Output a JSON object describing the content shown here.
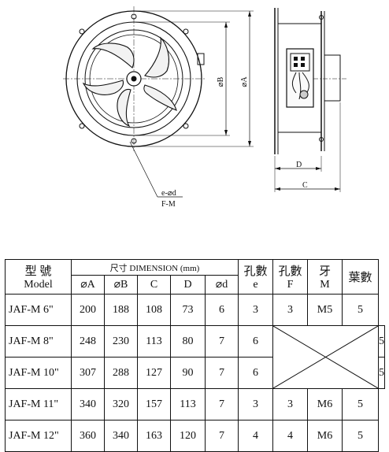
{
  "drawing": {
    "labels": {
      "dia_b": "⌀B",
      "dia_a": "⌀A",
      "d": "D",
      "c": "C",
      "e_d": "e-⌀d",
      "f_m": "F-M"
    }
  },
  "table": {
    "headers": {
      "model_cn": "型 號",
      "model_en": "Model",
      "dimension": "尺寸 DIMENSION (mm)",
      "col_a": "⌀A",
      "col_b": "⌀B",
      "col_c": "C",
      "col_d": "D",
      "col_dd": "⌀d",
      "holes_cn": "孔數",
      "holes_e": "e",
      "holes2_cn": "孔數",
      "holes2_f": "F",
      "thread_cn": "牙",
      "thread_m": "M",
      "blades_cn": "葉數"
    },
    "rows": [
      {
        "model": "JAF-M 6\"",
        "a": "200",
        "b": "188",
        "c": "108",
        "d": "73",
        "dd": "6",
        "e": "3",
        "f": "3",
        "m": "M5",
        "blades": "5"
      },
      {
        "model": "JAF-M 8\"",
        "a": "248",
        "b": "230",
        "c": "113",
        "d": "80",
        "dd": "7",
        "e": "6",
        "blades": "5"
      },
      {
        "model": "JAF-M 10\"",
        "a": "307",
        "b": "288",
        "c": "127",
        "d": "90",
        "dd": "7",
        "e": "6",
        "blades": "5"
      },
      {
        "model": "JAF-M 11\"",
        "a": "340",
        "b": "320",
        "c": "157",
        "d": "113",
        "dd": "7",
        "e": "3",
        "f": "3",
        "m": "M6",
        "blades": "5"
      },
      {
        "model": "JAF-M 12\"",
        "a": "360",
        "b": "340",
        "c": "163",
        "d": "120",
        "dd": "7",
        "e": "4",
        "f": "4",
        "m": "M6",
        "blades": "5"
      }
    ]
  }
}
